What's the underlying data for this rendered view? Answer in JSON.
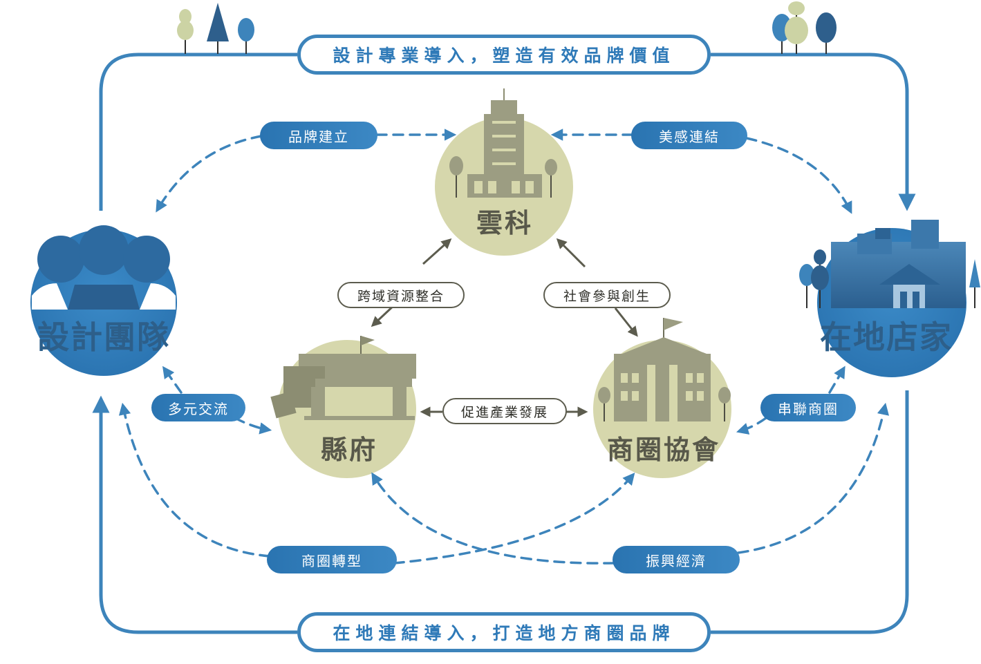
{
  "banners": {
    "top": "設計專業導入，塑造有效品牌價值",
    "bottom": "在地連結導入，打造地方商圈品牌"
  },
  "nodes": {
    "design_team": "設計團隊",
    "local_store": "在地店家",
    "yuntech": "雲科",
    "county": "縣府",
    "association": "商圈協會"
  },
  "links": {
    "brand_building": "品牌建立",
    "aesthetic_link": "美感連結",
    "cross_domain": "跨域資源整合",
    "social_participation": "社會參與創生",
    "diverse_exchange": "多元交流",
    "promote_industry": "促進產業發展",
    "connect_district": "串聯商圈",
    "district_transform": "商圈轉型",
    "revitalize_economy": "振興經濟"
  },
  "colors": {
    "frame_blue": "#3d84bb",
    "circle_blue": "#2f7ab8",
    "circle_olive": "#d6d7ac",
    "building_olive": "#9c9d82",
    "arrow_dark": "#5c5c4e",
    "tree_light": "#ccd3a4",
    "tree_dark": "#2e5f8c"
  }
}
